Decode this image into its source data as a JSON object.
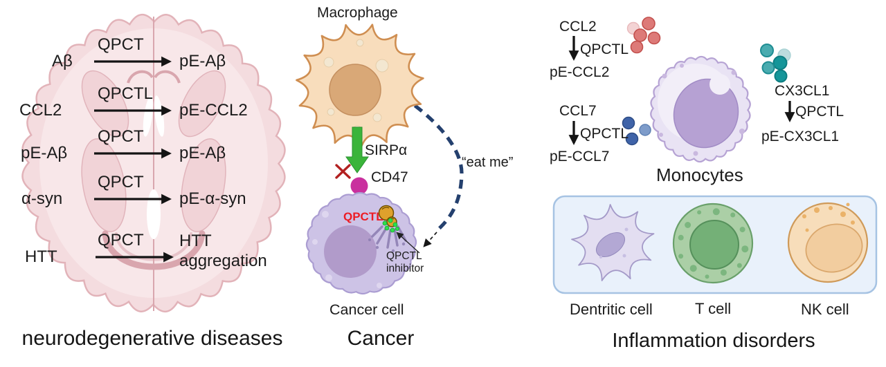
{
  "panels": {
    "neurodegenerative": {
      "caption": "neurodegenerative diseases",
      "reactions": [
        {
          "substrate": "Aβ",
          "enzyme": "QPCT",
          "product": "pE-Aβ"
        },
        {
          "substrate": "CCL2",
          "enzyme": "QPCTL",
          "product": "pE-CCL2"
        },
        {
          "substrate": "pE-Aβ",
          "enzyme": "QPCT",
          "product": "pE-Aβ"
        },
        {
          "substrate": "α-syn",
          "enzyme": "QPCT",
          "product": "pE-α-syn"
        },
        {
          "substrate": "HTT",
          "enzyme": "QPCT",
          "product": "HTT",
          "product_line2": "aggregation"
        }
      ]
    },
    "cancer": {
      "caption": "Cancer",
      "macrophage_label": "Macrophage",
      "receptor_label": "SIRPα",
      "ligand_label": "CD47",
      "enzyme_label": "QPCTL",
      "inhibitor_label": {
        "line1": "QPCTL",
        "line2": "inhibitor"
      },
      "signal_label": "“eat me”",
      "cell_label": "Cancer cell"
    },
    "inflammation": {
      "caption": "Inflammation disorders",
      "monocytes_label": "Monocytes",
      "chemokines": [
        {
          "name": "CCL2",
          "enzyme": "QPCTL",
          "product": "pE-CCL2"
        },
        {
          "name": "CCL7",
          "enzyme": "QPCTL",
          "product": "pE-CCL7"
        },
        {
          "name": "CX3CL1",
          "enzyme": "QPCTL",
          "product": "pE-CX3CL1"
        }
      ],
      "immune_cells": [
        {
          "label": "Dentritic cell"
        },
        {
          "label": "T cell"
        },
        {
          "label": "NK cell"
        }
      ]
    }
  },
  "colors": {
    "brain_fill": "#f4dcdf",
    "brain_inner": "#f8e7e9",
    "brain_outline": "#e2b3b9",
    "brain_detail": "#d9a6ae",
    "brain_shape_fill": "#f1d3d7",
    "brain_shape_stroke": "#e1b4bb",
    "macrophage_body": "#f8ddbc",
    "macrophage_outline": "#cf8e51",
    "macrophage_nucleus": "#d9a877",
    "green_arrow": "#3ab43a",
    "red_x": "#b22020",
    "cd47": "#c9309e",
    "cancer_body": "#cdc3e6",
    "cancer_outline": "#ab9dd2",
    "cancer_nucleus": "#b19bca",
    "qpctl_red": "#ed1c24",
    "navy": "#24406e",
    "enzyme_orange": "#dfa12c",
    "inhibitor_green": "#2ee04a",
    "monocyte_body": "#e9e3f4",
    "monocyte_outline": "#b6a3d4",
    "monocyte_nucleus": "#b6a1d3",
    "dot_red": "#dd7a78",
    "dot_red_pale": "#f3d3d4",
    "dot_blue": "#3f63a8",
    "dot_blue_light": "#7e9cca",
    "dot_teal": "#4aacb0",
    "dot_teal_pale": "#bcdcde",
    "box_fill": "#e9f1fb",
    "box_border": "#a6c3e3",
    "dendritic_body": "#e3def1",
    "dendritic_outline": "#a49ac8",
    "tcell_body": "#abcfa6",
    "tcell_outline": "#69a06a",
    "tcell_nucleus": "#74b077",
    "nk_body": "#f7ddba",
    "nk_outline": "#cf9a59",
    "nk_nucleus": "#f2cd9f"
  }
}
